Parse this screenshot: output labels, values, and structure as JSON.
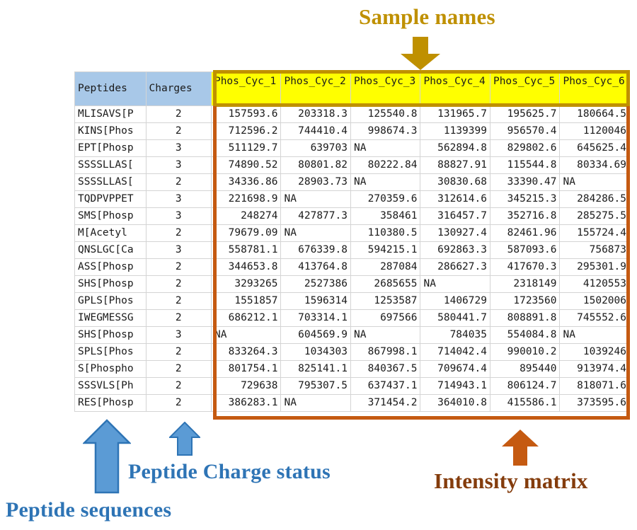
{
  "annotations": {
    "sample_names": {
      "label": "Sample names",
      "color": "#BF9000",
      "arrow": "down-arrow-icon"
    },
    "intensity_matrix": {
      "label": "Intensity matrix",
      "color": "#843C0C",
      "arrow": "up-arrow-icon"
    },
    "peptide_charge": {
      "label": "Peptide Charge status",
      "color": "#2E74B5",
      "arrow": "up-arrow-icon"
    },
    "peptide_sequences": {
      "label": "Peptide sequences",
      "color": "#2E74B5",
      "arrow": "up-arrow-icon"
    }
  },
  "table": {
    "header_fill_left": "#A8C8E8",
    "header_fill_samples": "#FFFF00",
    "columns": [
      "Peptides",
      "Charges",
      "Phos_Cyc_1",
      "Phos_Cyc_2",
      "Phos_Cyc_3",
      "Phos_Cyc_4",
      "Phos_Cyc_5",
      "Phos_Cyc_6"
    ],
    "rows": [
      {
        "peptide": "MLISAVS[P",
        "charge": "2",
        "values": [
          "157593.6",
          "203318.3",
          "125540.8",
          "131965.7",
          "195625.7",
          "180664.5"
        ]
      },
      {
        "peptide": "KINS[Phos",
        "charge": "2",
        "values": [
          "712596.2",
          "744410.4",
          "998674.3",
          "1139399",
          "956570.4",
          "1120046"
        ]
      },
      {
        "peptide": "EPT[Phosp",
        "charge": "3",
        "values": [
          "511129.7",
          "639703",
          "NA",
          "562894.8",
          "829802.6",
          "645625.4"
        ]
      },
      {
        "peptide": "SSSSLLAS[",
        "charge": "3",
        "values": [
          "74890.52",
          "80801.82",
          "80222.84",
          "88827.91",
          "115544.8",
          "80334.69"
        ]
      },
      {
        "peptide": "SSSSLLAS[",
        "charge": "2",
        "values": [
          "34336.86",
          "28903.73",
          "NA",
          "30830.68",
          "33390.47",
          "NA"
        ]
      },
      {
        "peptide": "TQDPVPPET",
        "charge": "3",
        "values": [
          "221698.9",
          "NA",
          "270359.6",
          "312614.6",
          "345215.3",
          "284286.5"
        ]
      },
      {
        "peptide": "SMS[Phosp",
        "charge": "3",
        "values": [
          "248274",
          "427877.3",
          "358461",
          "316457.7",
          "352716.8",
          "285275.5"
        ]
      },
      {
        "peptide": "M[Acetyl",
        "charge": "2",
        "values": [
          "79679.09",
          "NA",
          "110380.5",
          "130927.4",
          "82461.96",
          "155724.4"
        ]
      },
      {
        "peptide": "QNSLGC[Ca",
        "charge": "3",
        "values": [
          "558781.1",
          "676339.8",
          "594215.1",
          "692863.3",
          "587093.6",
          "756873"
        ]
      },
      {
        "peptide": "ASS[Phosp",
        "charge": "2",
        "values": [
          "344653.8",
          "413764.8",
          "287084",
          "286627.3",
          "417670.3",
          "295301.9"
        ]
      },
      {
        "peptide": "SHS[Phosp",
        "charge": "2",
        "values": [
          "3293265",
          "2527386",
          "2685655",
          "NA",
          "2318149",
          "4120553"
        ]
      },
      {
        "peptide": "GPLS[Phos",
        "charge": "2",
        "values": [
          "1551857",
          "1596314",
          "1253587",
          "1406729",
          "1723560",
          "1502006"
        ]
      },
      {
        "peptide": "IWEGMESSG",
        "charge": "2",
        "values": [
          "686212.1",
          "703314.1",
          "697566",
          "580441.7",
          "808891.8",
          "745552.6"
        ]
      },
      {
        "peptide": "SHS[Phosp",
        "charge": "3",
        "values": [
          "NA",
          "604569.9",
          "NA",
          "784035",
          "554084.8",
          "NA"
        ]
      },
      {
        "peptide": "SPLS[Phos",
        "charge": "2",
        "values": [
          "833264.3",
          "1034303",
          "867998.1",
          "714042.4",
          "990010.2",
          "1039246"
        ]
      },
      {
        "peptide": "S[Phospho",
        "charge": "2",
        "values": [
          "801754.1",
          "825141.1",
          "840367.5",
          "709674.4",
          "895440",
          "913974.4"
        ]
      },
      {
        "peptide": "SSSVLS[Ph",
        "charge": "2",
        "values": [
          "729638",
          "795307.5",
          "637437.1",
          "714943.1",
          "806124.7",
          "818071.6"
        ]
      },
      {
        "peptide": "RES[Phosp",
        "charge": "2",
        "values": [
          "386283.1",
          "NA",
          "371454.2",
          "364010.8",
          "415586.1",
          "373595.6"
        ]
      }
    ]
  }
}
